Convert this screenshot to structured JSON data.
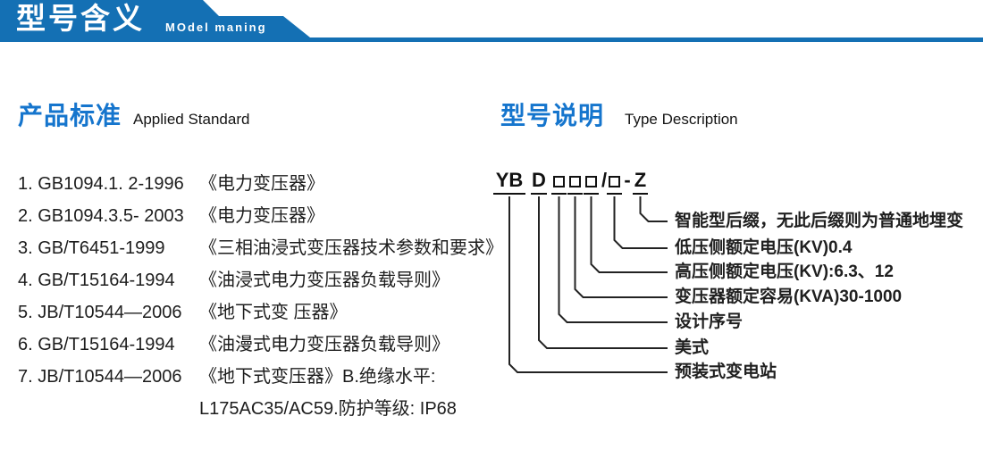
{
  "header": {
    "title": "型号含义",
    "subtitle": "MOdel maning"
  },
  "colors": {
    "header_blue": "#1470b4",
    "heading_blue": "#1575cd",
    "text_dark": "#1d1d1d"
  },
  "left_section": {
    "heading_zh": "产品标准",
    "heading_en": "Applied Standard",
    "items": [
      {
        "code": "1. GB1094.1. 2-1996",
        "title": "《电力变压器》"
      },
      {
        "code": "2. GB1094.3.5- 2003",
        "title": "《电力变压器》"
      },
      {
        "code": "3. GB/T6451-1999",
        "title": "《三相油浸式变压器技术参数和要求》"
      },
      {
        "code": "4. GB/T15164-1994",
        "title": "《油浸式电力变压器负载导则》"
      },
      {
        "code": "5. JB/T10544—2006",
        "title": "《地下式变 压器》"
      },
      {
        "code": "6. GB/T15164-1994",
        "title": "《油漫式电力变压器负载导则》"
      },
      {
        "code": "7. JB/T10544—2006",
        "title": "《地下式变压器》B.绝缘水平:"
      },
      {
        "code": "",
        "title": "L175AC35/AC59.防护等级: IP68"
      }
    ]
  },
  "right_section": {
    "heading_zh": "型号说明",
    "heading_en": "Type Description",
    "model_code": {
      "prefix": "YB",
      "series": "D",
      "slash": "/",
      "dash": "-",
      "suffix": "Z"
    },
    "labels": [
      "智能型后缀，无此后缀则为普通地埋变",
      "低压侧额定电压(KV)0.4",
      "高压侧额定电压(KV):6.3、12",
      "变压器额定容易(KVA)30-1000",
      "设计序号",
      "美式",
      "预装式变电站"
    ]
  }
}
